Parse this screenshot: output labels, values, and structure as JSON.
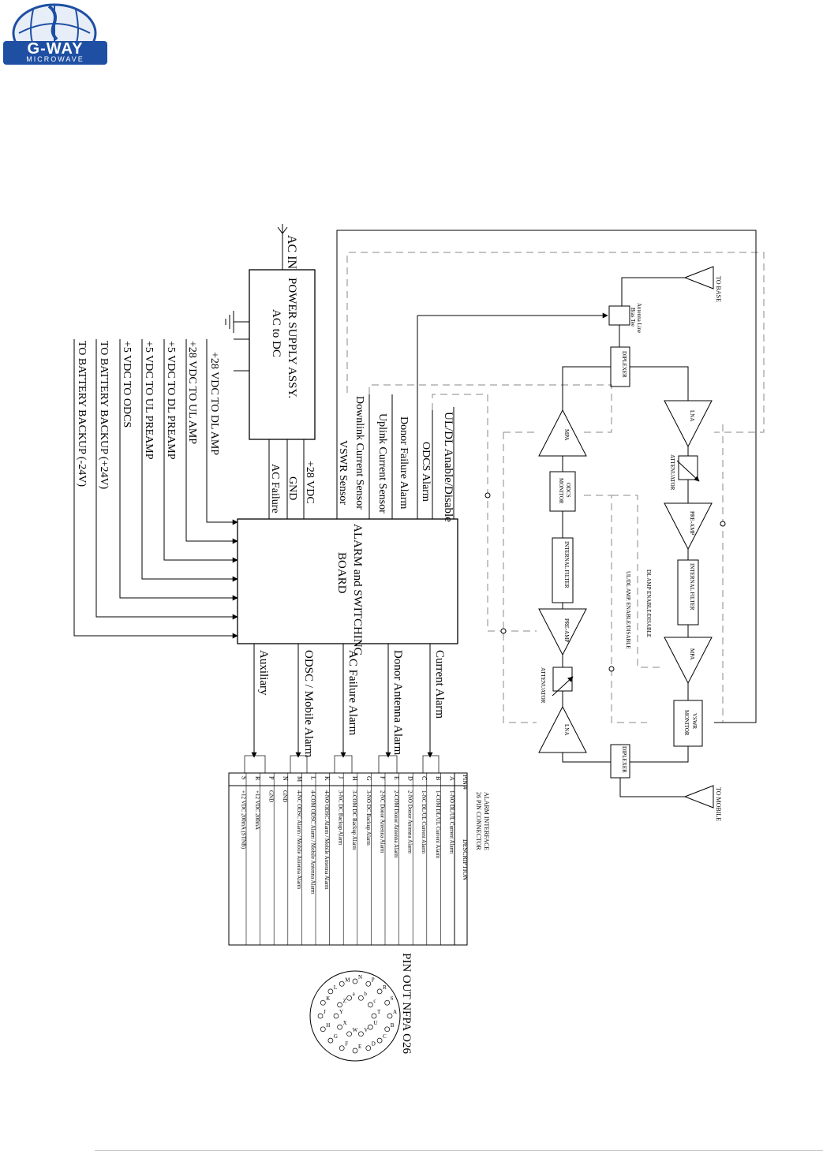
{
  "logo": {
    "name": "G-WAY",
    "subtitle": "MICROWAVE"
  },
  "power": {
    "ac_in": "AC IN",
    "title": "POWER SUPPLY ASSY.",
    "subtitle": "AC to DC",
    "outputs": [
      "+28 VDC TO DL AMP",
      "+28 VDC TO UL AMP",
      "+5 VDC TO DL PREAMP",
      "+5 VDC TO UL PREAMP",
      "+5 VDC TO ODCS",
      "TO BATTERY BACKUP (+24V)",
      "TO BATTERY BACKUP (-24V)"
    ],
    "to_board": [
      "AC Failure",
      "GND",
      "+28 VDC"
    ]
  },
  "board": {
    "title": "ALARM and SWITCHING",
    "subtitle": "BOARD",
    "inputs": [
      "VSWR Sensor",
      "Downlink Current Sensor",
      "Uplink Current Sensor",
      "Donor Failure Alarm",
      "ODCS Alarm",
      "UL/DL Anable/Disable"
    ],
    "outputs": [
      "Current Alarm",
      "Donor Antenna Alarm",
      "AC Failure Alarm",
      "ODSC / Mobile Alarm",
      "Auxiliary"
    ]
  },
  "rf": {
    "to_base": "TO BASE",
    "to_mobile": "TO MOBILE",
    "bias_tee": [
      "Antenna Line",
      "Bias Tee"
    ],
    "diplexer": "DIPLEXER",
    "lna": "LNA",
    "attenuator": "ATTENUATOR",
    "pre_amp": "PRE-AMP",
    "internal_filter": "INTERNAL FILTER",
    "mpa": "MPA",
    "odcs_monitor": [
      "ODCS",
      "MONITOR"
    ],
    "vswr_monitor": [
      "VSWR",
      "MONITOR"
    ],
    "dl_enable": "DL AMP ENABLE/DISABLE",
    "ul_enable": "UL/DL AMP. ENABLE/DISABLE"
  },
  "connector_table": {
    "title": "ALARM INTERFACE",
    "subtitle": "26 PIN CONNECTOR",
    "header_pin": "PIN #",
    "header_desc": "DESCRIPTION",
    "rows": [
      {
        "pin": "A",
        "desc": "1-NO DL/UL Current Alarm"
      },
      {
        "pin": "B",
        "desc": "1-COM DL/UL Current Alarm"
      },
      {
        "pin": "C",
        "desc": "1-NC DL/UL Current Alarm"
      },
      {
        "pin": "D",
        "desc": "2-NO Donor Antenna Alarm"
      },
      {
        "pin": "E",
        "desc": "2-COM Donor Antenna Alarm"
      },
      {
        "pin": "F",
        "desc": "2-NC Donor Antenna Alarm"
      },
      {
        "pin": "G",
        "desc": "3-NO DC Backup Alarm"
      },
      {
        "pin": "H",
        "desc": "3-COM DC Backup Alarm"
      },
      {
        "pin": "J",
        "desc": "3-NC DC Backup Alarm"
      },
      {
        "pin": "K",
        "desc": "4-NO ODSC Alarm / Mobile Antenna Alarm"
      },
      {
        "pin": "L",
        "desc": "4-COM ODSC Alarm / Mobile Antenna Alarm"
      },
      {
        "pin": "M",
        "desc": "4-NC ODSC Alarm / Mobile Antenna Alarm"
      },
      {
        "pin": "N",
        "desc": "GND"
      },
      {
        "pin": "P",
        "desc": "GND"
      },
      {
        "pin": "R",
        "desc": "+12 VDC 200mA"
      },
      {
        "pin": "S",
        "desc": "+12 VDC 200mA (STNB)"
      }
    ]
  },
  "pinout": {
    "title": "PIN OUT NFPA O26",
    "pins": [
      "A",
      "B",
      "C",
      "D",
      "E",
      "F",
      "G",
      "H",
      "J",
      "K",
      "L",
      "M",
      "N",
      "P",
      "R",
      "S",
      "T",
      "U",
      "V",
      "W",
      "X",
      "Y",
      "Z",
      "a",
      "b",
      "c"
    ]
  }
}
